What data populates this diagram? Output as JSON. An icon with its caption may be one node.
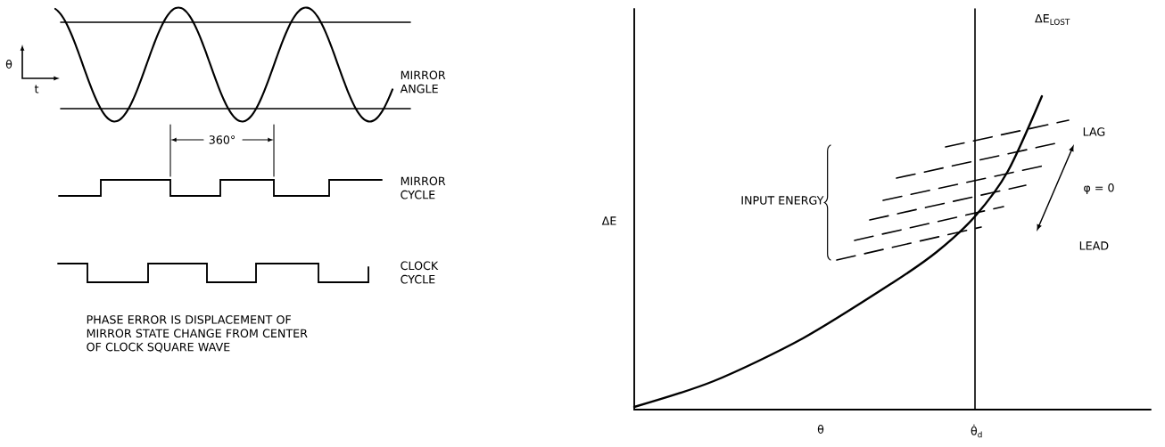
{
  "diagram": {
    "labels": [
      "θ",
      "t",
      "MIRROR ANGLE",
      "360°",
      "MIRROR CYCLE",
      "CLOCK CYCLE",
      "PHASE ERROR IS DISPLACEMENT OF MIRROR STATE CHANGE FROM CENTER OF CLOCK SQUARE WAVE",
      "ΔE$_{LOST}$",
      "LAG",
      "φ = 0",
      "LEAD",
      "INPUT ENERGY",
      "ΔE",
      "θ",
      "θ̇$_{d}$"
    ]
  }
}
